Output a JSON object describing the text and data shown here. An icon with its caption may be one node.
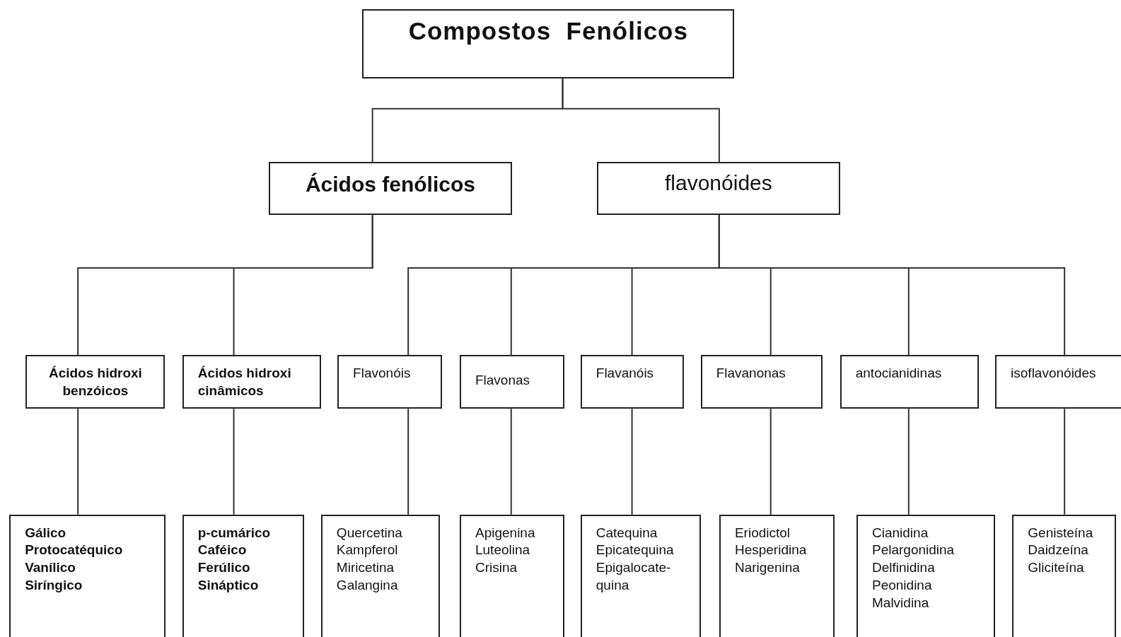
{
  "diagram": {
    "nodes": [
      {
        "text": [
          "Compostos  Fenólicos"
        ]
      },
      {
        "text": [
          "Ácidos fenólicos"
        ]
      },
      {
        "text": [
          "flavonóides"
        ]
      },
      {
        "text": [
          "Ácidos hidroxi benzóicos"
        ]
      },
      {
        "text": [
          "Ácidos hidroxi cinâmicos"
        ]
      },
      {
        "text": [
          "Flavonóis"
        ]
      },
      {
        "text": [
          "Flavonas"
        ]
      },
      {
        "text": [
          "Flavanóis"
        ]
      },
      {
        "text": [
          "Flavanonas"
        ]
      },
      {
        "text": [
          "antocianidinas"
        ]
      },
      {
        "text": [
          "isoflavonóides"
        ]
      },
      {
        "text": [
          "Gálico",
          "Protocatéquico",
          "Vanílico",
          "Siríngico"
        ]
      },
      {
        "text": [
          "p-cumárico",
          "Caféico",
          "Ferúlico",
          "Sináptico"
        ]
      },
      {
        "text": [
          "Quercetina",
          "Kampferol",
          "Miricetina",
          "Galangina"
        ]
      },
      {
        "text": [
          "Apigenina",
          "Luteolina",
          "Crisina"
        ]
      },
      {
        "text": [
          "Catequina",
          "Epicatequina",
          "Epigalocate- quina"
        ]
      },
      {
        "text": [
          "Eriodictol",
          "Hesperidina",
          "Narigenina"
        ]
      },
      {
        "text": [
          "Cianidina",
          "Pelargonidina",
          "Delfinidina",
          "Peonidina",
          "Malvidina"
        ]
      },
      {
        "text": [
          "Genisteína",
          "Daidzeína",
          "Gliciteína"
        ]
      }
    ],
    "edges": [
      {
        "from": 0,
        "to": 1,
        "arrow": "none"
      },
      {
        "from": 0,
        "to": 2,
        "arrow": "none"
      },
      {
        "from": 1,
        "to": 3,
        "arrow": "none"
      },
      {
        "from": 1,
        "to": 4,
        "arrow": "none"
      },
      {
        "from": 2,
        "to": 5,
        "arrow": "none"
      },
      {
        "from": 2,
        "to": 6,
        "arrow": "none"
      },
      {
        "from": 2,
        "to": 7,
        "arrow": "none"
      },
      {
        "from": 2,
        "to": 8,
        "arrow": "none"
      },
      {
        "from": 2,
        "to": 9,
        "arrow": "none"
      },
      {
        "from": 2,
        "to": 10,
        "arrow": "none"
      },
      {
        "from": 3,
        "to": 11,
        "arrow": "none"
      },
      {
        "from": 4,
        "to": 12,
        "arrow": "none"
      },
      {
        "from": 5,
        "to": 13,
        "arrow": "none"
      },
      {
        "from": 6,
        "to": 14,
        "arrow": "none"
      },
      {
        "from": 7,
        "to": 15,
        "arrow": "none"
      },
      {
        "from": 8,
        "to": 16,
        "arrow": "none"
      },
      {
        "from": 9,
        "to": 17,
        "arrow": "none"
      },
      {
        "from": 10,
        "to": 18,
        "arrow": "none"
      }
    ]
  }
}
